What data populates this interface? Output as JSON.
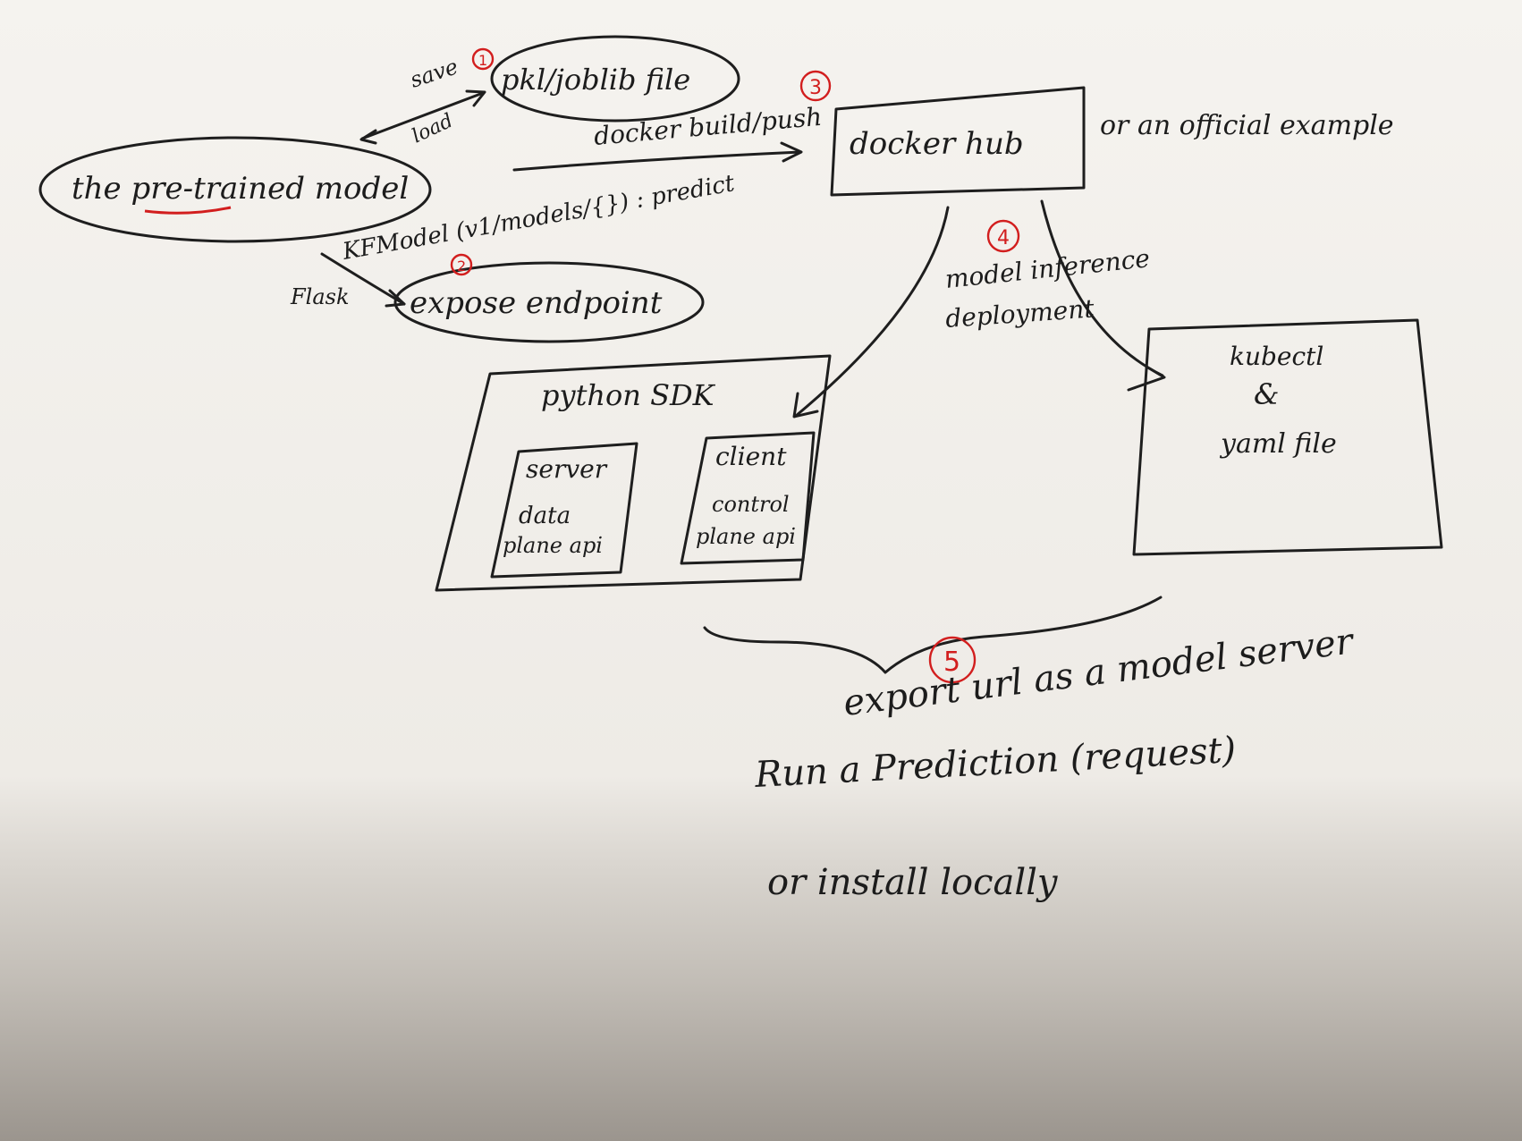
{
  "nodes": {
    "pretrained": "the pre-trained model",
    "pkl": "pkl/joblib file",
    "dockerhub": "docker hub",
    "official": "or an official example",
    "endpoint": "expose endpoint",
    "sdk_title": "python SDK",
    "server_title": "server",
    "server_sub1": "data",
    "server_sub2": "plane api",
    "client_title": "client",
    "client_sub1": "control",
    "client_sub2": "plane api",
    "kube1": "kubectl",
    "kube2": "&",
    "kube3": "yaml file"
  },
  "edges": {
    "save": "save",
    "load": "load",
    "docker_build": "docker build/push",
    "kfmodel": "KFModel (v1/models/{}) : predict",
    "flask": "Flask",
    "inference1": "model inference",
    "inference2": "deployment"
  },
  "steps": [
    "1",
    "2",
    "3",
    "4",
    "5"
  ],
  "footer": {
    "line1": "export url as a model server",
    "line2": "Run a Prediction (request)",
    "line3": "or install locally"
  },
  "colors": {
    "ink": "#1e1e1e",
    "accent_red": "#d21e1e",
    "paper": "#f3f1ed"
  }
}
